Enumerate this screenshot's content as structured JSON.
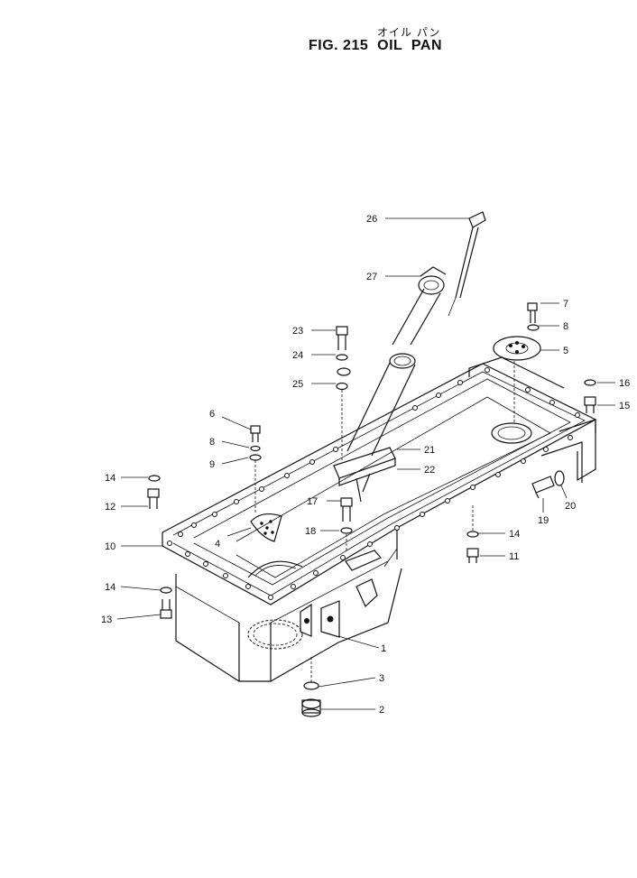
{
  "header": {
    "subtitle_jp": "オイル パン",
    "fig_label": "FIG. 215",
    "fig_name": "OIL  PAN"
  },
  "callouts": [
    {
      "id": "c26",
      "label": "26"
    },
    {
      "id": "c27",
      "label": "27"
    },
    {
      "id": "c7",
      "label": "7"
    },
    {
      "id": "c8a",
      "label": "8"
    },
    {
      "id": "c5",
      "label": "5"
    },
    {
      "id": "c23",
      "label": "23"
    },
    {
      "id": "c24",
      "label": "24"
    },
    {
      "id": "c25",
      "label": "25"
    },
    {
      "id": "c16",
      "label": "16"
    },
    {
      "id": "c15",
      "label": "15"
    },
    {
      "id": "c6",
      "label": "6"
    },
    {
      "id": "c8b",
      "label": "8"
    },
    {
      "id": "c9",
      "label": "9"
    },
    {
      "id": "c21",
      "label": "21"
    },
    {
      "id": "c22",
      "label": "22"
    },
    {
      "id": "c14a",
      "label": "14"
    },
    {
      "id": "c12",
      "label": "12"
    },
    {
      "id": "c17",
      "label": "17"
    },
    {
      "id": "c20",
      "label": "20"
    },
    {
      "id": "c19",
      "label": "19"
    },
    {
      "id": "c18",
      "label": "18"
    },
    {
      "id": "c4",
      "label": "4"
    },
    {
      "id": "c14b",
      "label": "14"
    },
    {
      "id": "c10",
      "label": "10"
    },
    {
      "id": "c11",
      "label": "11"
    },
    {
      "id": "c14c",
      "label": "14"
    },
    {
      "id": "c13",
      "label": "13"
    },
    {
      "id": "c1",
      "label": "1"
    },
    {
      "id": "c3",
      "label": "3"
    },
    {
      "id": "c2",
      "label": "2"
    }
  ]
}
